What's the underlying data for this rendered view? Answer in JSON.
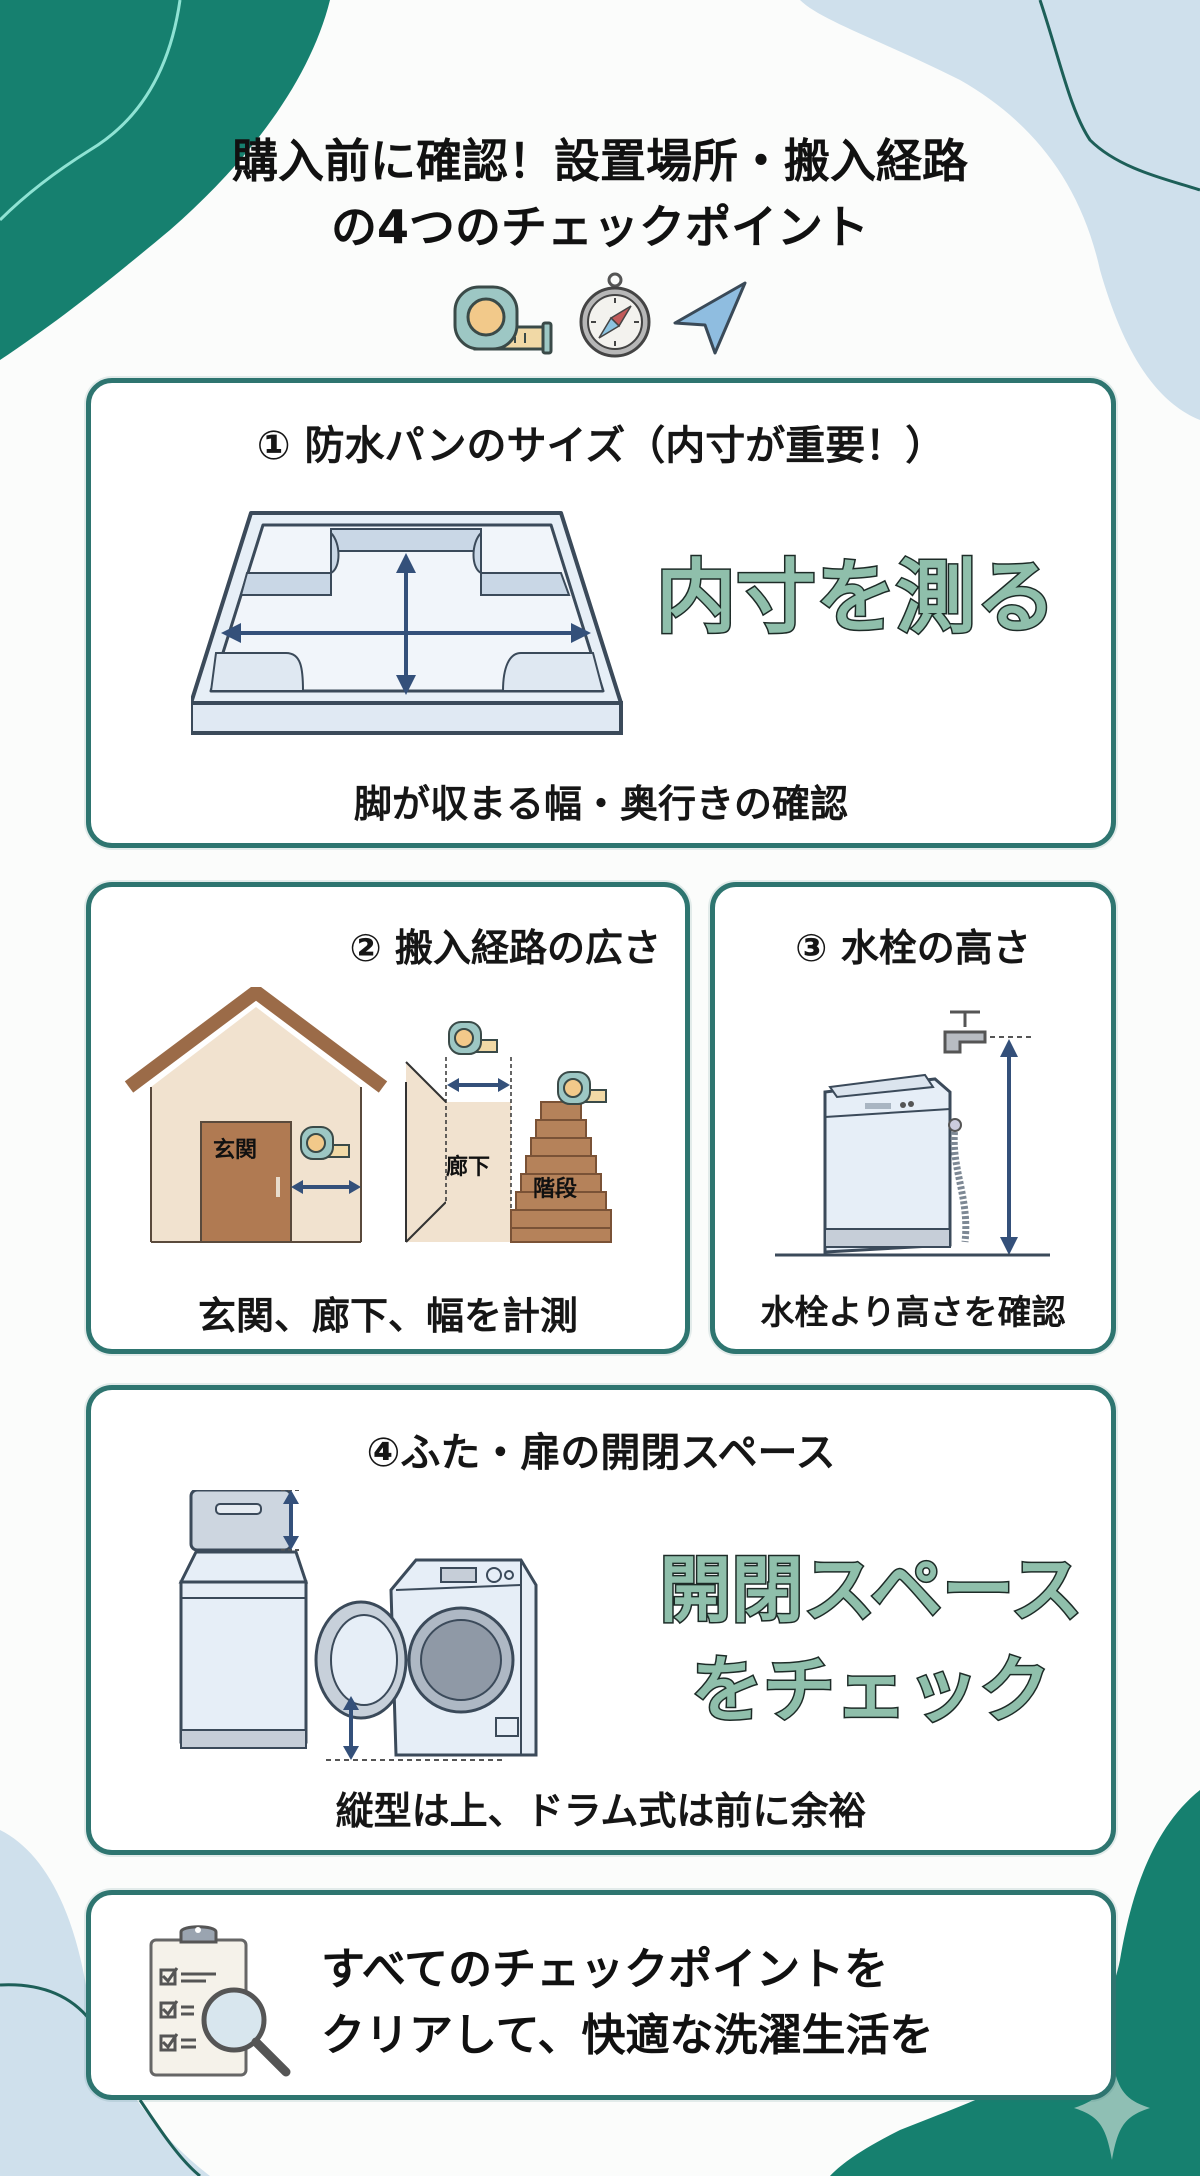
{
  "title": {
    "line1": "購入前に確認！設置場所・搬入経路",
    "line2": "の4つのチェックポイント",
    "icons": [
      "tape-measure-icon",
      "compass-icon",
      "navigation-arrow-icon"
    ]
  },
  "colors": {
    "teal_dark": "#16806f",
    "card_border": "#2e7570",
    "light_blue": "#cfe0ec",
    "accent_text_fill": "#8fbfab",
    "arrow": "#3b5578"
  },
  "cards": {
    "waterproof_pan": {
      "title": "① 防水パンのサイズ（内寸が重要！）",
      "emphasis": "内寸を測る",
      "caption": "脚が収まる幅・奥行きの確認"
    },
    "delivery_route": {
      "title": "② 搬入経路の広さ",
      "labels": {
        "entrance": "玄関",
        "hallway": "廊下",
        "stairs": "階段"
      },
      "caption": "玄関、廊下、幅を計測"
    },
    "faucet_height": {
      "title": "③ 水栓の高さ",
      "caption": "水栓より高さを確認"
    },
    "door_space": {
      "title": "④ふた・扉の開閉スペース",
      "emphasis_line1": "開閉スペース",
      "emphasis_line2": "をチェック",
      "caption": "縦型は上、ドラム式は前に余裕"
    },
    "summary": {
      "line1": "すべてのチェックポイントを",
      "line2": "クリアして、快適な洗濯生活を"
    }
  }
}
